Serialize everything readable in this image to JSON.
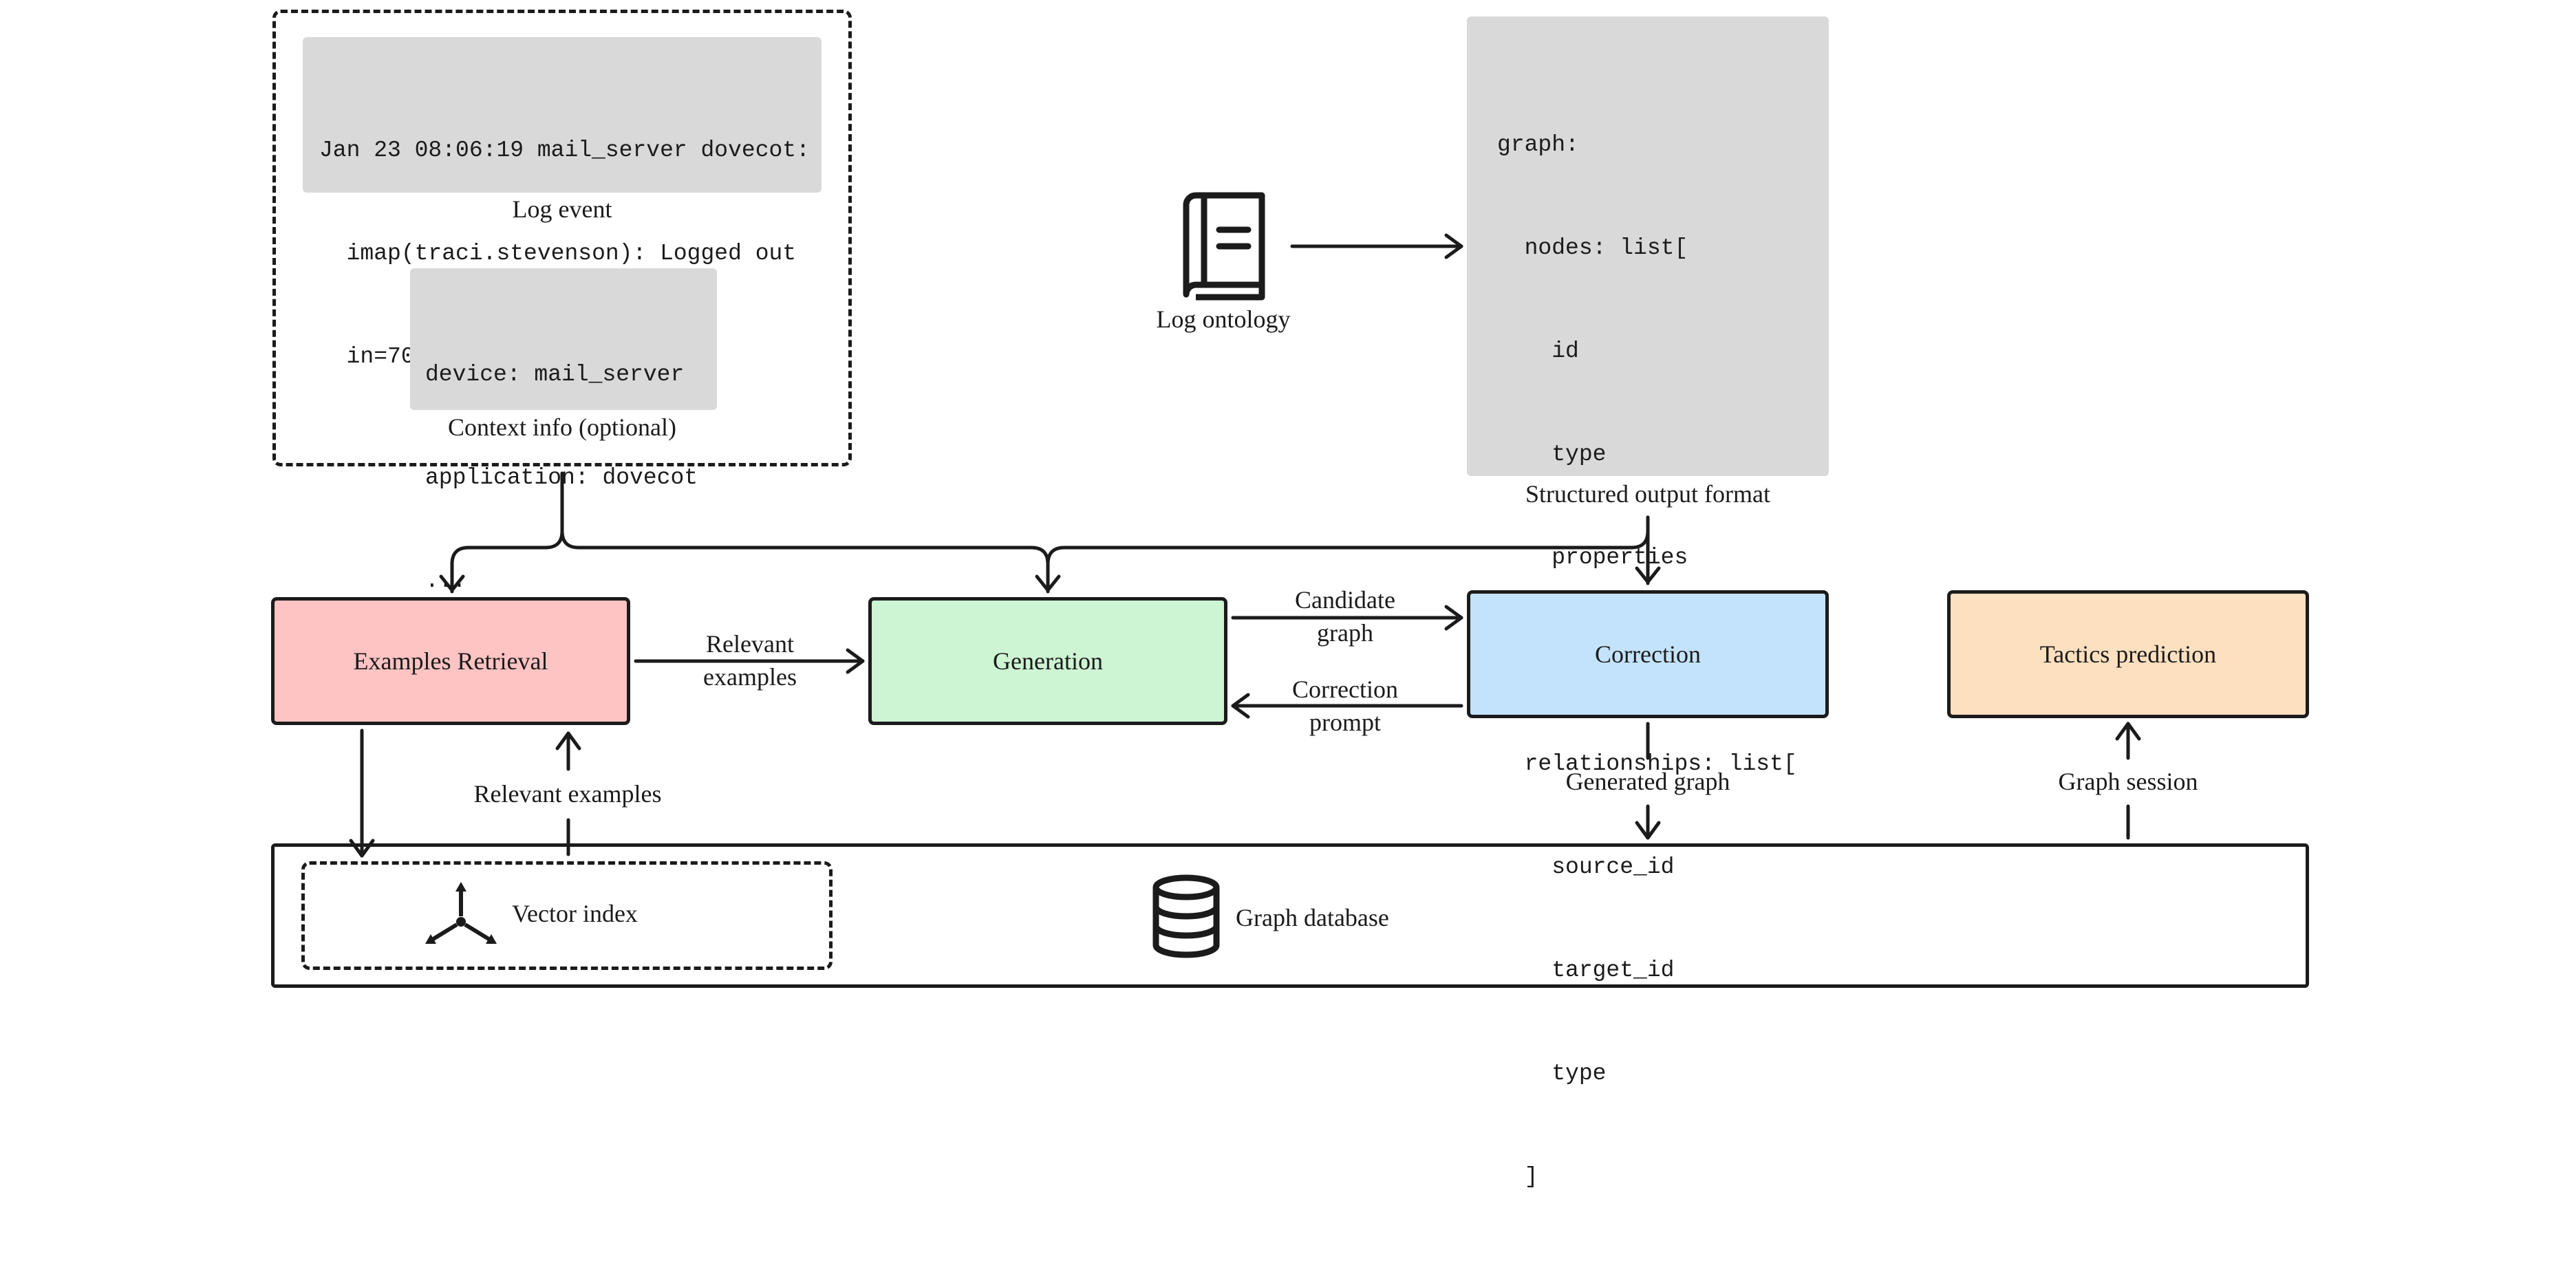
{
  "log_event": {
    "lines": [
      "Jan 23 08:06:19 mail_server dovecot:",
      "  imap(traci.stevenson): Logged out",
      "  in=70 out=599"
    ],
    "caption": "Log event"
  },
  "context_info": {
    "lines": [
      "device: mail_server",
      "application: dovecot",
      "..."
    ],
    "caption": "Context info (optional)"
  },
  "ontology": {
    "caption": "Log ontology",
    "icon": "book-icon"
  },
  "structured_output": {
    "lines": [
      "graph:",
      "  nodes: list[",
      "    id",
      "    type",
      "    properties",
      "  ]",
      "  relationships: list[",
      "    source_id",
      "    target_id",
      "    type",
      "  ]"
    ],
    "caption": "Structured output format"
  },
  "stages": {
    "examples_retrieval": {
      "label": "Examples Retrieval",
      "color": "#fec3c3"
    },
    "generation": {
      "label": "Generation",
      "color": "#cdf4d3"
    },
    "correction": {
      "label": "Correction",
      "color": "#c3e3fc"
    },
    "tactics_prediction": {
      "label": "Tactics prediction",
      "color": "#fde0c0"
    }
  },
  "edge_labels": {
    "relevant_examples_to_generation": [
      "Relevant",
      "examples"
    ],
    "candidate_graph": [
      "Candidate",
      "graph"
    ],
    "correction_prompt": [
      "Correction",
      "prompt"
    ],
    "relevant_examples_up": "Relevant examples",
    "generated_graph": "Generated graph",
    "graph_session": "Graph session"
  },
  "storage": {
    "vector_index": "Vector index",
    "vector_icon": "vector-icon",
    "graph_database": "Graph database",
    "database_icon": "database-icon"
  }
}
